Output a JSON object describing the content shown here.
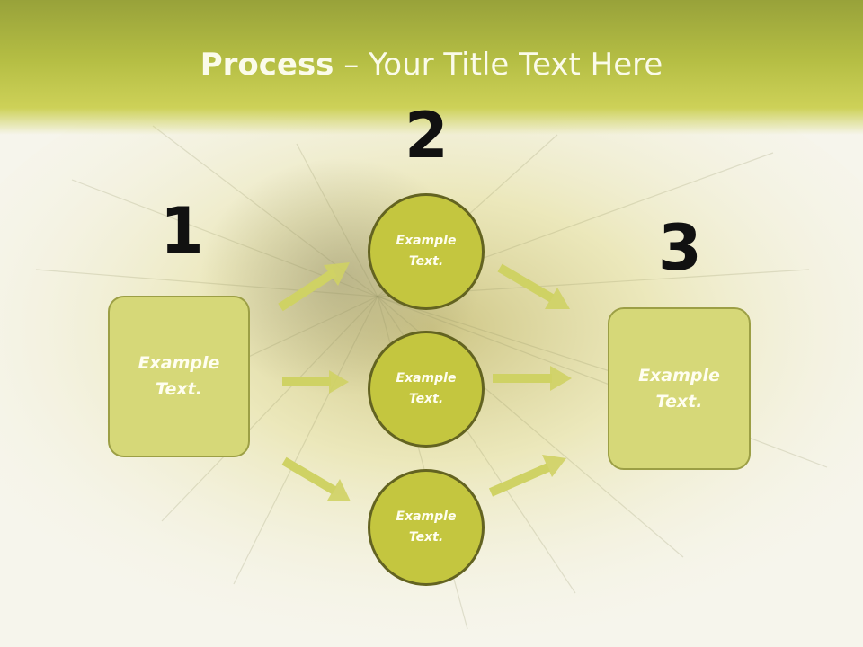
{
  "title": {
    "bold": "Process",
    "rest": " – Your Title Text Here"
  },
  "steps": [
    {
      "number": "1",
      "text": "Example Text."
    },
    {
      "number": "2",
      "items": [
        "Example Text.",
        "Example Text.",
        "Example Text."
      ]
    },
    {
      "number": "3",
      "text": "Example Text."
    }
  ],
  "colors": {
    "accent": "#c4c63f",
    "box": "#d6d878",
    "arrow": "#cfd264",
    "header": "#b5be44"
  }
}
